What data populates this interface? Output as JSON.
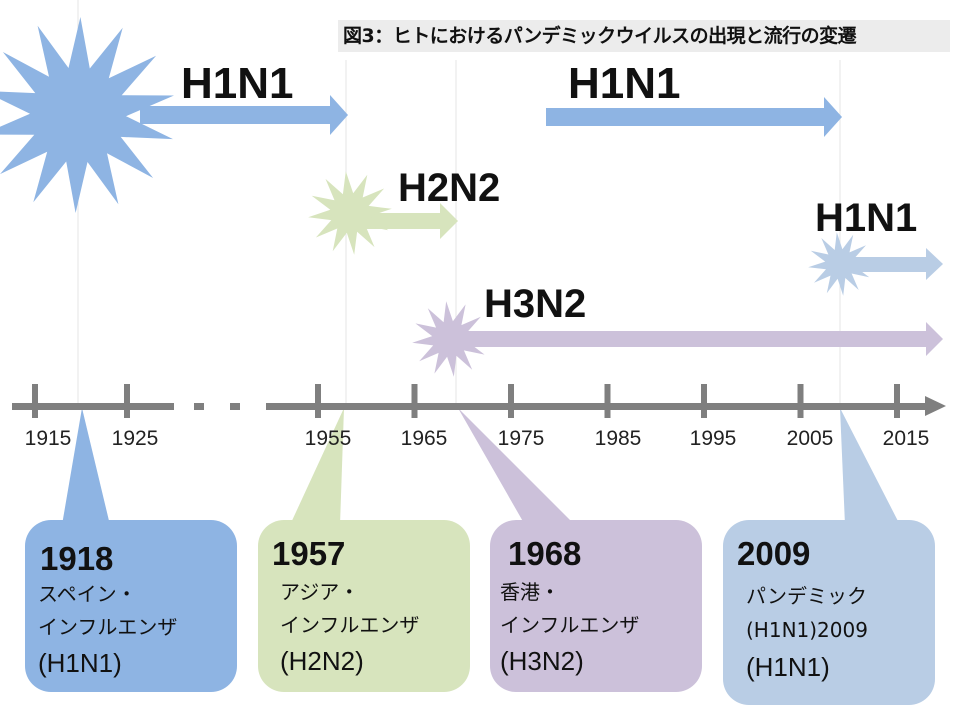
{
  "title": "図3：ヒトにおけるパンデミックウイルスの出現と流行の変遷",
  "strains": {
    "h1n1_1918": "H1N1",
    "h2n2": "H2N2",
    "h3n2": "H3N2",
    "h1n1_1977": "H1N1",
    "h1n1_2009": "H1N1"
  },
  "axis": {
    "ticks": [
      {
        "year": 1915,
        "label": "1915"
      },
      {
        "year": 1925,
        "label": "1925"
      },
      {
        "year": 1955,
        "label": "1955"
      },
      {
        "year": 1965,
        "label": "1965"
      },
      {
        "year": 1975,
        "label": "1975"
      },
      {
        "year": 1985,
        "label": "1985"
      },
      {
        "year": 1995,
        "label": "1995"
      },
      {
        "year": 2005,
        "label": "2005"
      },
      {
        "year": 2015,
        "label": "2015"
      }
    ]
  },
  "events": [
    {
      "year": "1918",
      "line1": "スペイン・",
      "line2": "インフルエンザ",
      "subtype": "(H1N1)",
      "color": "#8eb4e3"
    },
    {
      "year": "1957",
      "line1": "アジア・",
      "line2": "インフルエンザ",
      "subtype": "(H2N2)",
      "color": "#d7e4bd"
    },
    {
      "year": "1968",
      "line1": "香港・",
      "line2": "インフルエンザ",
      "subtype": "(H3N2)",
      "color": "#ccc1da"
    },
    {
      "year": "2009",
      "line1": "パンデミック",
      "line2": "(H1N1)2009",
      "subtype": "(H1N1)",
      "color": "#b9cde5"
    }
  ],
  "colors": {
    "h1n1": "#8eb4e3",
    "h2n2": "#d7e4bd",
    "h3n2": "#ccc1da",
    "h1n1_2009": "#b9cde5",
    "axis": "#7f7f7f"
  }
}
